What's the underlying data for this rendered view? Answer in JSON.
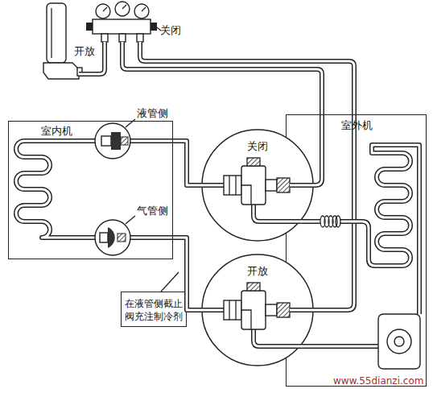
{
  "diagram": {
    "nodes": [
      {
        "text": [
          "室内机"
        ]
      },
      {
        "text": [
          "室外机"
        ]
      },
      {
        "text": [
          "关闭"
        ]
      },
      {
        "text": [
          "开放"
        ]
      },
      {
        "text": [
          "在液管侧截止阀充注制冷剂"
        ]
      }
    ],
    "edges": [
      {
        "from": 0,
        "to": 2,
        "arrow": "none"
      },
      {
        "from": 0,
        "to": 3,
        "arrow": "none"
      }
    ],
    "labels": [
      "关闭",
      "开放",
      "液管侧",
      "气管侧",
      "www.55dianzi.com"
    ]
  }
}
